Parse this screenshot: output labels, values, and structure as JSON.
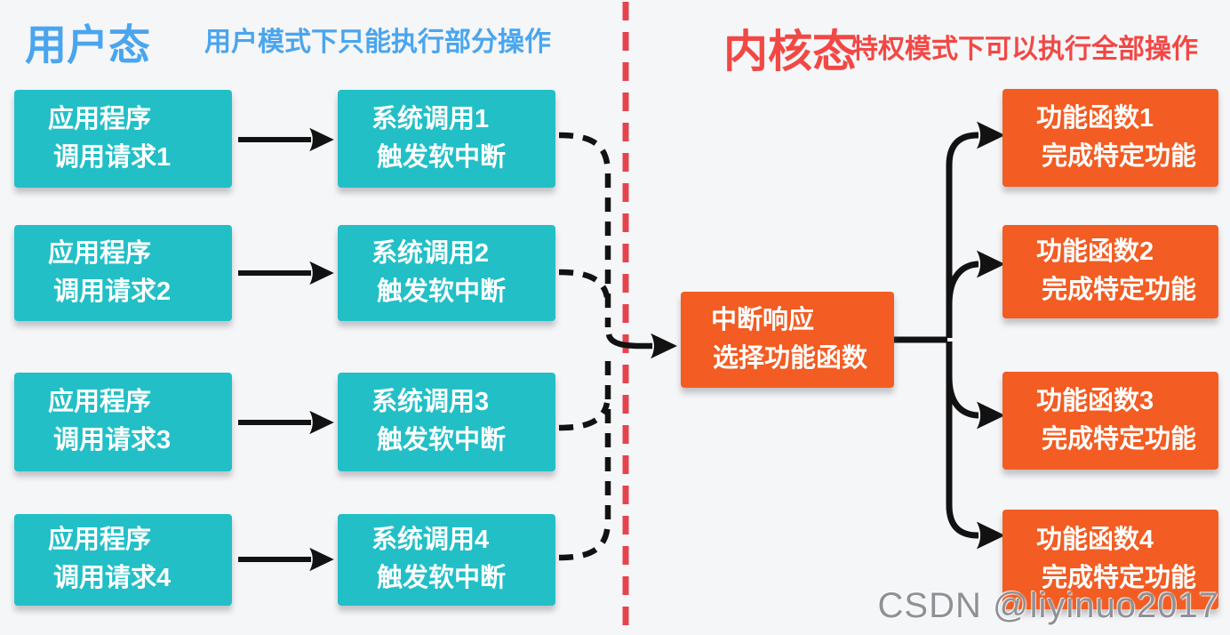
{
  "header": {
    "user_mode_title": "用户态",
    "user_mode_subtitle": "用户模式下只能执行部分操作",
    "kernel_mode_title": "内核态",
    "kernel_mode_subtitle": "特权模式下可以执行全部操作"
  },
  "colors": {
    "teal": "#22bfc7",
    "orange": "#f35c22",
    "blue_text": "#4aa5ee",
    "red_text": "#f24845",
    "divider_red": "#e4444e",
    "arrow_black": "#121212",
    "background": "#f5f6f8"
  },
  "app_boxes": [
    {
      "line1": "应用程序",
      "line2": "调用请求1"
    },
    {
      "line1": "应用程序",
      "line2": "调用请求2"
    },
    {
      "line1": "应用程序",
      "line2": "调用请求3"
    },
    {
      "line1": "应用程序",
      "line2": "调用请求4"
    }
  ],
  "syscall_boxes": [
    {
      "line1": "系统调用1",
      "line2": "触发软中断"
    },
    {
      "line1": "系统调用2",
      "line2": "触发软中断"
    },
    {
      "line1": "系统调用3",
      "line2": "触发软中断"
    },
    {
      "line1": "系统调用4",
      "line2": "触发软中断"
    }
  ],
  "interrupt_box": {
    "line1": "中断响应",
    "line2": "选择功能函数"
  },
  "function_boxes": [
    {
      "line1": "功能函数1",
      "line2": "完成特定功能"
    },
    {
      "line1": "功能函数2",
      "line2": "完成特定功能"
    },
    {
      "line1": "功能函数3",
      "line2": "完成特定功能"
    },
    {
      "line1": "功能函数4",
      "line2": "完成特定功能"
    }
  ],
  "watermark": "CSDN @liyinuo2017"
}
